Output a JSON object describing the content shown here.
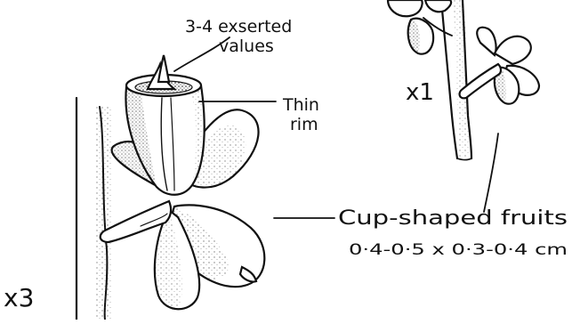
{
  "annotations": {
    "valves_line1": "3-4 exserted",
    "valves_line2": "values",
    "rim_line1": "Thin",
    "rim_line2": "rim",
    "fruit_line1": "Cup-shaped fruits",
    "fruit_line2": "0·4-0·5 x 0·3-0·4 cm"
  },
  "scale": {
    "detail": "x3",
    "habit": "x1"
  }
}
